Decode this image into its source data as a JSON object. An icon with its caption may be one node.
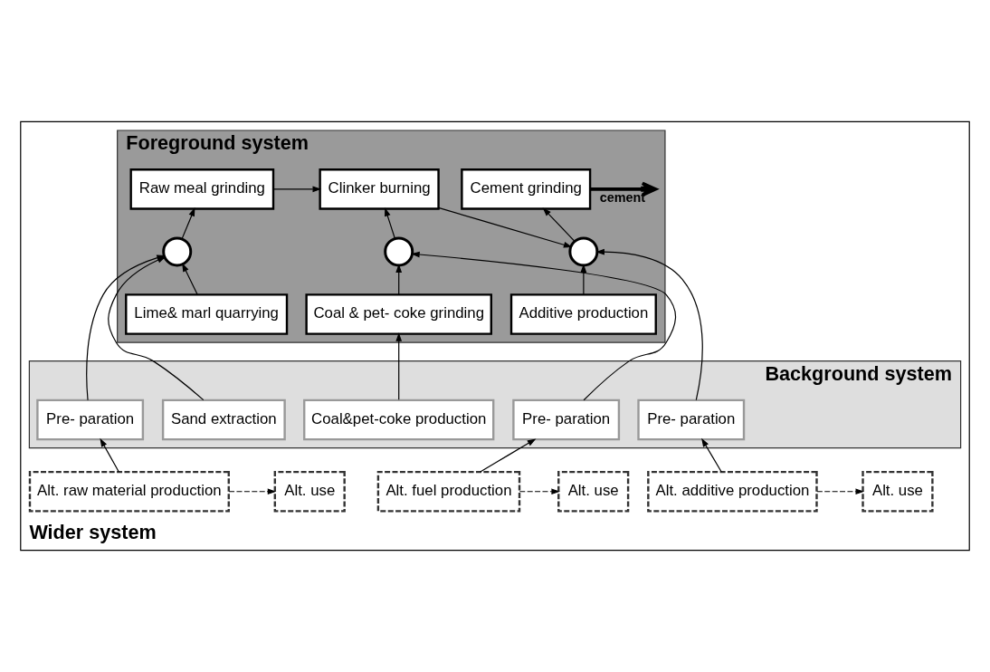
{
  "diagram": {
    "nodes": [
      {
        "text": [
          "Wider system"
        ]
      },
      {
        "text": [
          "Foreground system"
        ],
        "in": 0
      },
      {
        "text": [
          "Raw meal grinding"
        ],
        "in": 1
      },
      {
        "text": [
          "Clinker burning"
        ],
        "in": 1
      },
      {
        "text": [
          "Cement grinding"
        ],
        "in": 1
      },
      {
        "text": [],
        "shape": "circle",
        "in": 1
      },
      {
        "text": [],
        "shape": "circle",
        "in": 1
      },
      {
        "text": [],
        "shape": "circle",
        "in": 1
      },
      {
        "text": [
          "Lime& marl quarrying"
        ],
        "in": 1
      },
      {
        "text": [
          "Coal & pet- coke grinding"
        ],
        "in": 1
      },
      {
        "text": [
          "Additive production"
        ],
        "in": 1
      },
      {
        "text": [
          "Background system"
        ],
        "in": 0
      },
      {
        "text": [
          "Sand extraction"
        ],
        "in": 11
      },
      {
        "text": [
          "Pre- paration"
        ],
        "in": 11
      },
      {
        "text": [
          "Coal&pet-coke production"
        ],
        "in": 11
      },
      {
        "text": [
          "Pre- paration"
        ],
        "in": 11
      },
      {
        "text": [
          "Pre- paration"
        ],
        "in": 11
      },
      {
        "text": [
          "Alt. use"
        ],
        "in": 0
      },
      {
        "text": [
          "Alt. raw material production"
        ],
        "in": 0
      },
      {
        "text": [
          "Alt. use"
        ],
        "in": 0
      },
      {
        "text": [
          "Alt. fuel production"
        ],
        "in": 0
      },
      {
        "text": [
          "Alt. use"
        ],
        "in": 0
      },
      {
        "text": [
          "Alt. additive production"
        ],
        "in": 0
      }
    ],
    "edges": [
      {
        "from": 2,
        "to": 3,
        "arrow": "to"
      },
      {
        "from": 3,
        "to": 7,
        "arrow": "to"
      },
      {
        "from": 4,
        "to": null,
        "arrow": "to",
        "label": "cement",
        "style": "thick"
      },
      {
        "from": 5,
        "to": 2,
        "arrow": "to"
      },
      {
        "from": 6,
        "to": 3,
        "arrow": "to"
      },
      {
        "from": 7,
        "to": 4,
        "arrow": "to"
      },
      {
        "from": 8,
        "to": 5,
        "arrow": "to"
      },
      {
        "from": 12,
        "to": 5,
        "arrow": "to"
      },
      {
        "from": 13,
        "to": 5,
        "arrow": "to"
      },
      {
        "from": 9,
        "to": 6,
        "arrow": "to"
      },
      {
        "from": 15,
        "to": 6,
        "arrow": "to"
      },
      {
        "from": 10,
        "to": 7,
        "arrow": "to"
      },
      {
        "from": 16,
        "to": 7,
        "arrow": "to"
      },
      {
        "from": 14,
        "to": 9,
        "arrow": "to"
      },
      {
        "from": 18,
        "to": 13,
        "arrow": "to"
      },
      {
        "from": 20,
        "to": 15,
        "arrow": "to"
      },
      {
        "from": 22,
        "to": 16,
        "arrow": "to"
      },
      {
        "from": 18,
        "to": 17,
        "arrow": "to",
        "style": "dashed"
      },
      {
        "from": 20,
        "to": 19,
        "arrow": "to",
        "style": "dashed"
      },
      {
        "from": 22,
        "to": 21,
        "arrow": "to",
        "style": "dashed"
      }
    ]
  }
}
